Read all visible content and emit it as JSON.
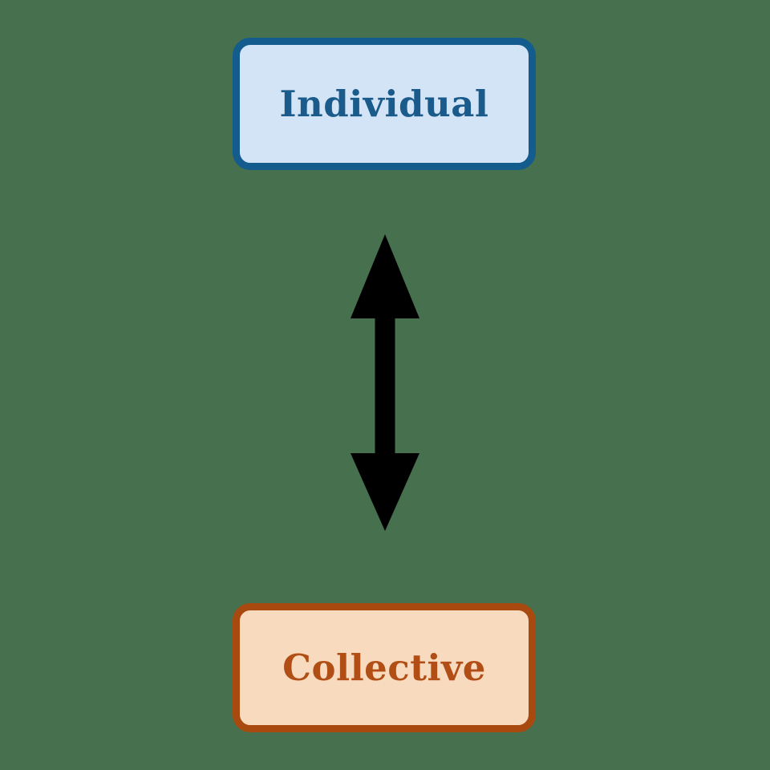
{
  "diagram": {
    "background_color": "#47704E",
    "nodes": [
      {
        "id": "individual",
        "label": "Individual",
        "fill_color": "#D2E4F6",
        "border_color": "#135C8D",
        "text_color": "#1A5B8C"
      },
      {
        "id": "collective",
        "label": "Collective",
        "fill_color": "#F8DABF",
        "border_color": "#A84A10",
        "text_color": "#B14E16"
      }
    ],
    "connector": {
      "type": "vertical-double-headed-arrow",
      "from": "individual",
      "to": "collective",
      "color": "#000000"
    }
  }
}
